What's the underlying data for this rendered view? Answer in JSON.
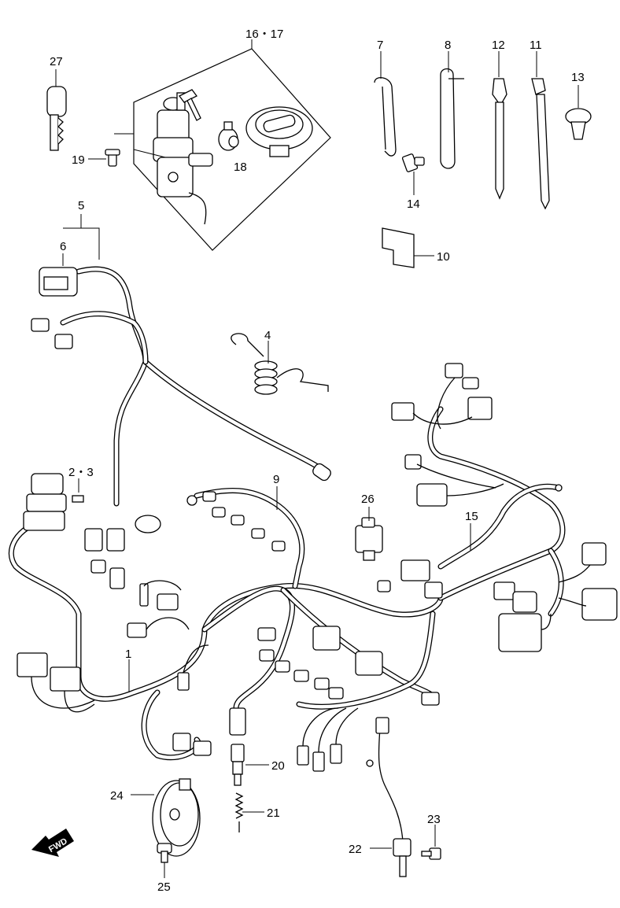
{
  "callouts": {
    "c1": "1",
    "c2_3": "2・3",
    "c4": "4",
    "c5": "5",
    "c6": "6",
    "c7": "7",
    "c8": "8",
    "c9": "9",
    "c10": "10",
    "c11": "11",
    "c12": "12",
    "c13": "13",
    "c14": "14",
    "c15": "15",
    "c16_17": "16・17",
    "c18": "18",
    "c19": "19",
    "c20": "20",
    "c21": "21",
    "c22": "22",
    "c23": "23",
    "c24": "24",
    "c25": "25",
    "c26": "26",
    "c27": "27"
  },
  "fwd_marker": "FWD",
  "icons": {
    "fwd_arrow": "fwd-arrow-icon"
  }
}
